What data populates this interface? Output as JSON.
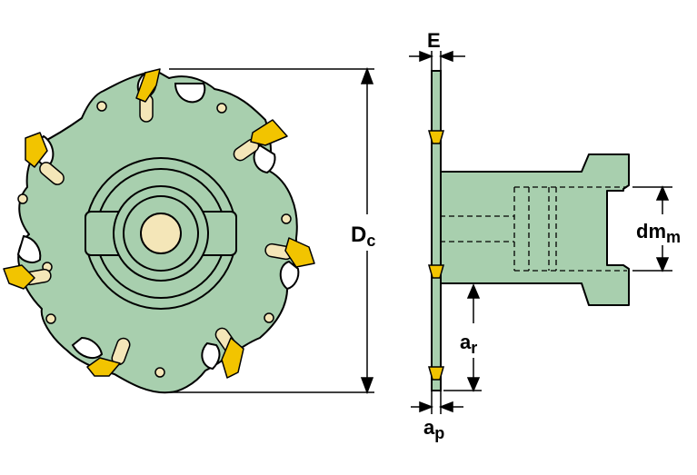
{
  "labels": {
    "e": "E",
    "dc_main": "D",
    "dc_sub": "c",
    "dmm_main": "dm",
    "dmm_sub": "m",
    "ar_main": "a",
    "ar_sub": "r",
    "ap_main": "a",
    "ap_sub": "p"
  },
  "colors": {
    "body": "#a8cfae",
    "insert": "#f2c400",
    "screw": "#f4e6b8",
    "line": "#000000"
  }
}
